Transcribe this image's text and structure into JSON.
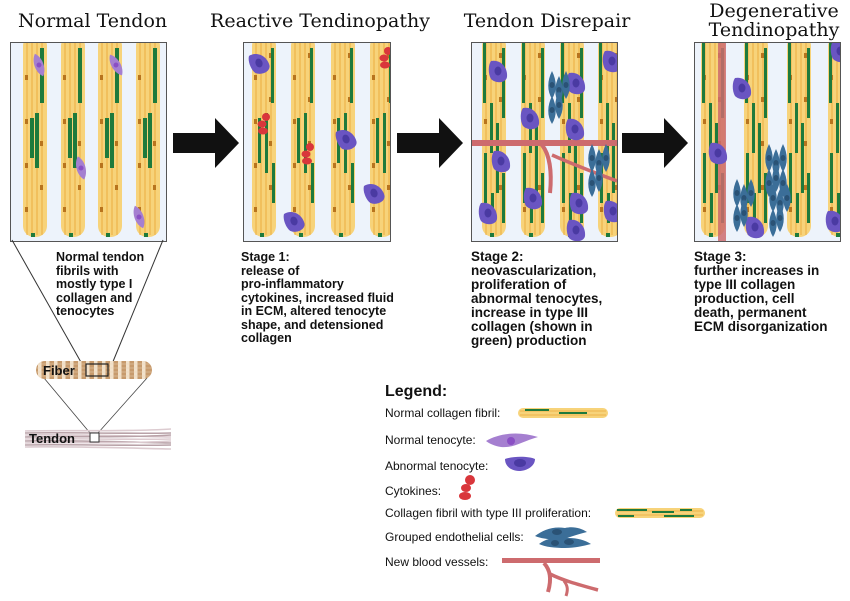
{
  "stages": [
    {
      "title": "Normal Tendon",
      "description": "Normal tendon\nfibrils with\nmostly type I\ncollagen and\ntenocytes"
    },
    {
      "title": "Reactive Tendinopathy",
      "description": "Stage 1:\nrelease of\npro-inflammatory\ncytokines, increased fluid\nin ECM, altered tenocyte\nshape, and detensioned\ncollagen"
    },
    {
      "title": "Tendon Disrepair",
      "description": "Stage 2:\nneovascularization,\nproliferation of\nabnormal tenocytes,\nincrease in type III\ncollagen (shown in\ngreen) production"
    },
    {
      "title": "Degenerative\nTendinopathy",
      "title_line1": "Degenerative",
      "title_line2": "Tendinopathy",
      "description": "Stage 3:\nfurther increases in\ntype III collagen\nproduction, cell\ndeath, permanent\nECM disorganization"
    }
  ],
  "hierarchy": {
    "fiber_label": "Fiber",
    "tendon_label": "Tendon"
  },
  "legend": {
    "title": "Legend:",
    "items": [
      {
        "label": "Normal collagen fibril:",
        "icon": "normal-collagen-fibril"
      },
      {
        "label": "Normal tenocyte:",
        "icon": "normal-tenocyte"
      },
      {
        "label": "Abnormal tenocyte:",
        "icon": "abnormal-tenocyte"
      },
      {
        "label": "Cytokines:",
        "icon": "cytokines"
      },
      {
        "label": "Collagen fibril with type III proliferation:",
        "icon": "type-iii-collagen-fibril"
      },
      {
        "label": "Grouped endothelial cells:",
        "icon": "endothelial-cells"
      },
      {
        "label": "New blood vessels:",
        "icon": "blood-vessel"
      }
    ]
  },
  "colors": {
    "fibril": "#f7d37a",
    "fibril_line": "#e9a93a",
    "type3_collagen": "#1e7a3c",
    "normal_tenocyte": "#a57fd0",
    "abnormal_tenocyte": "#6a55c2",
    "cytokine": "#d9363b",
    "endothelial": "#3b6e98",
    "vessel": "#cd6b6e",
    "panel_bg": "#edf3fb"
  }
}
